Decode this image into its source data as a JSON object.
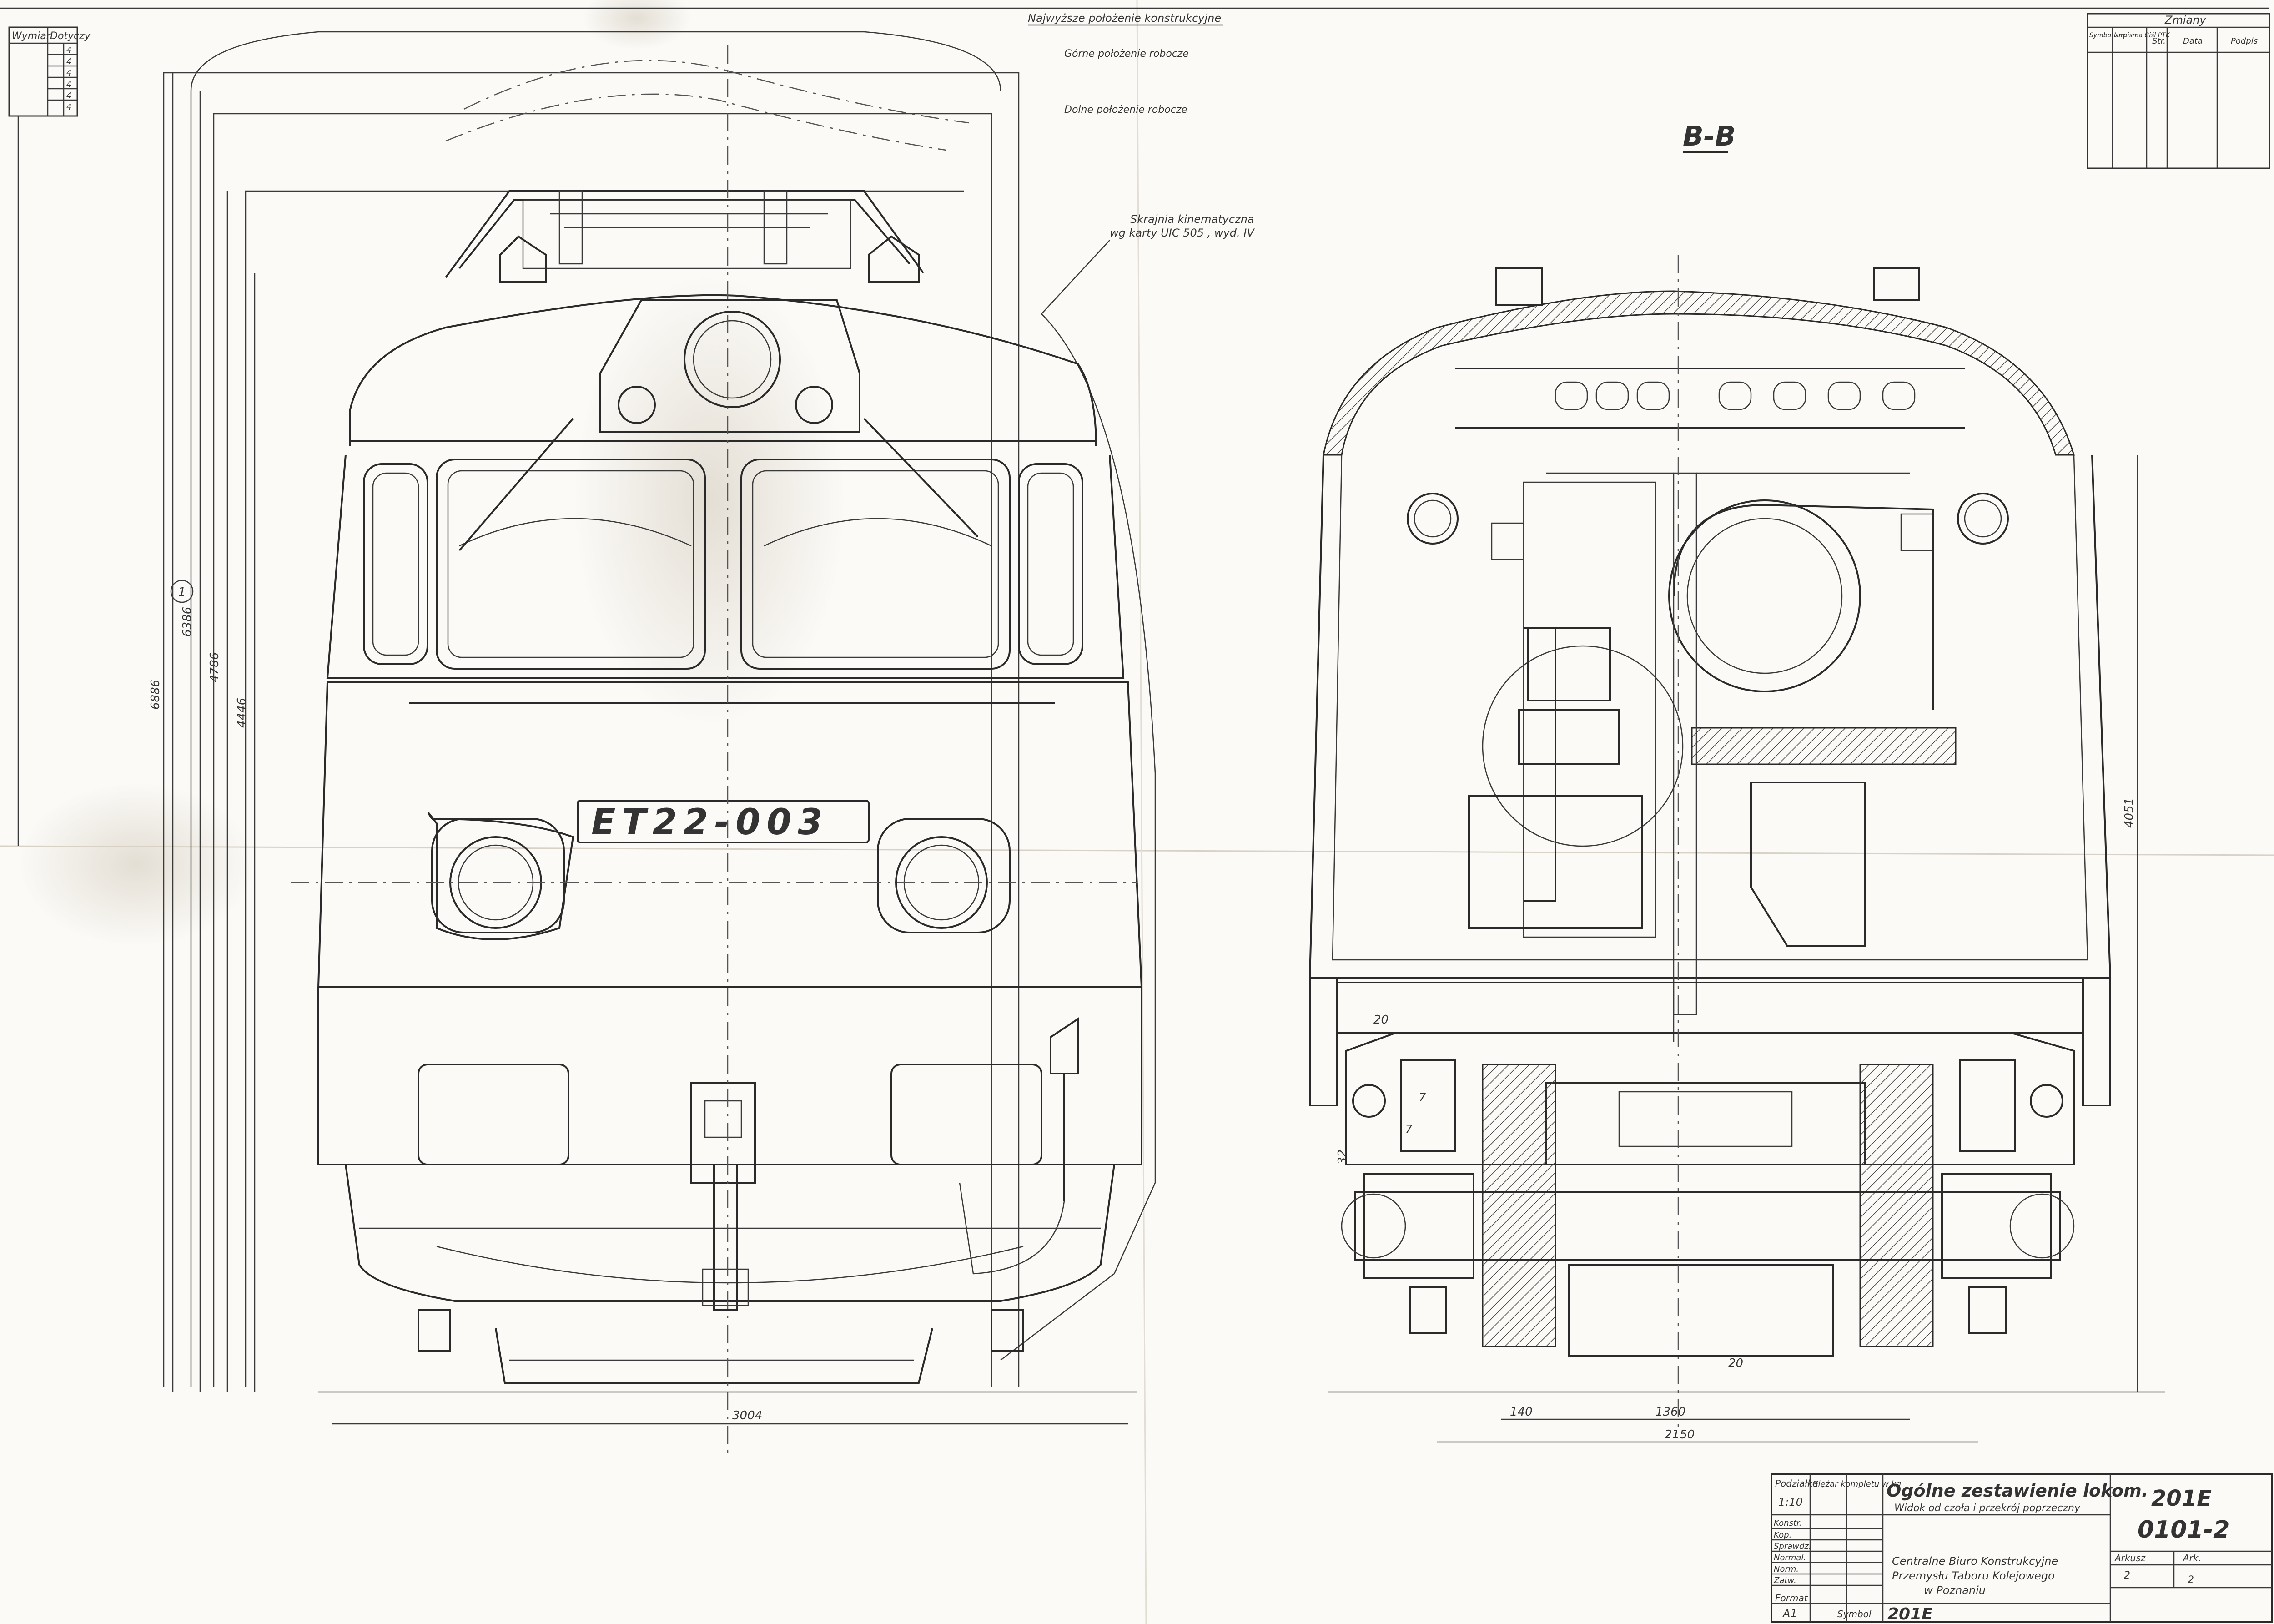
{
  "top_notes": {
    "highest": "Najwyższe położenie konstrukcyjne",
    "upper": "Górne położenie robocze",
    "lower": "Dolne położenie robocze"
  },
  "gauge_note": {
    "line1": "Skrajnia kinematyczna",
    "line2": "wg karty UIC 505 , wyd. IV"
  },
  "section_label": "B-B",
  "locomotive_plate": "ET22-003",
  "circle_marker": "1",
  "left_dimensions": {
    "h1": "6886",
    "h2": "6386",
    "h3": "4786",
    "h4": "4446",
    "width": "3004"
  },
  "right_dimensions": {
    "d20a": "20",
    "d32": "32",
    "d20b": "20",
    "d140": "140",
    "d1360": "1360",
    "d2150": "2150",
    "d4051": "4051",
    "d7a": "7",
    "d7b": "7"
  },
  "revision_table_left": {
    "col1": "Wymiar",
    "col2": "Dotyczy",
    "rows": [
      "4",
      "4",
      "4",
      "4",
      "4",
      "4"
    ]
  },
  "revision_table_right": {
    "title": "Zmiany",
    "col1": "Symbol zm.",
    "col2": "Nr pisma Ciśl PTK",
    "col3": "Str.",
    "col4": "Data",
    "col5": "Podpis"
  },
  "title_block": {
    "podzialka_label": "Podziałka",
    "podzialka_value": "1:10",
    "ciezar_label": "Ciężar kompletu w kg",
    "title": "Ogólne zestawienie lokom.",
    "subtitle": "Widok od czoła i przekrój poprzeczny",
    "drawing_no_1": "201E",
    "drawing_no_2": "0101-2",
    "roles": [
      "Konstr.",
      "Kop.",
      "Sprawdz.",
      "Normal.",
      "Norm.",
      "Zatw."
    ],
    "office_1": "Centralne Biuro Konstrukcyjne",
    "office_2": "Przemysłu Taboru Kolejowego",
    "office_3": "w Poznaniu",
    "arkusz_label": "Arkusz",
    "arkusz_value": "2",
    "ark_label": "Ark.",
    "ark_value": "2",
    "format_label": "Format",
    "format_value": "A1",
    "symbol_label": "Symbol",
    "symbol_value": "201E"
  }
}
